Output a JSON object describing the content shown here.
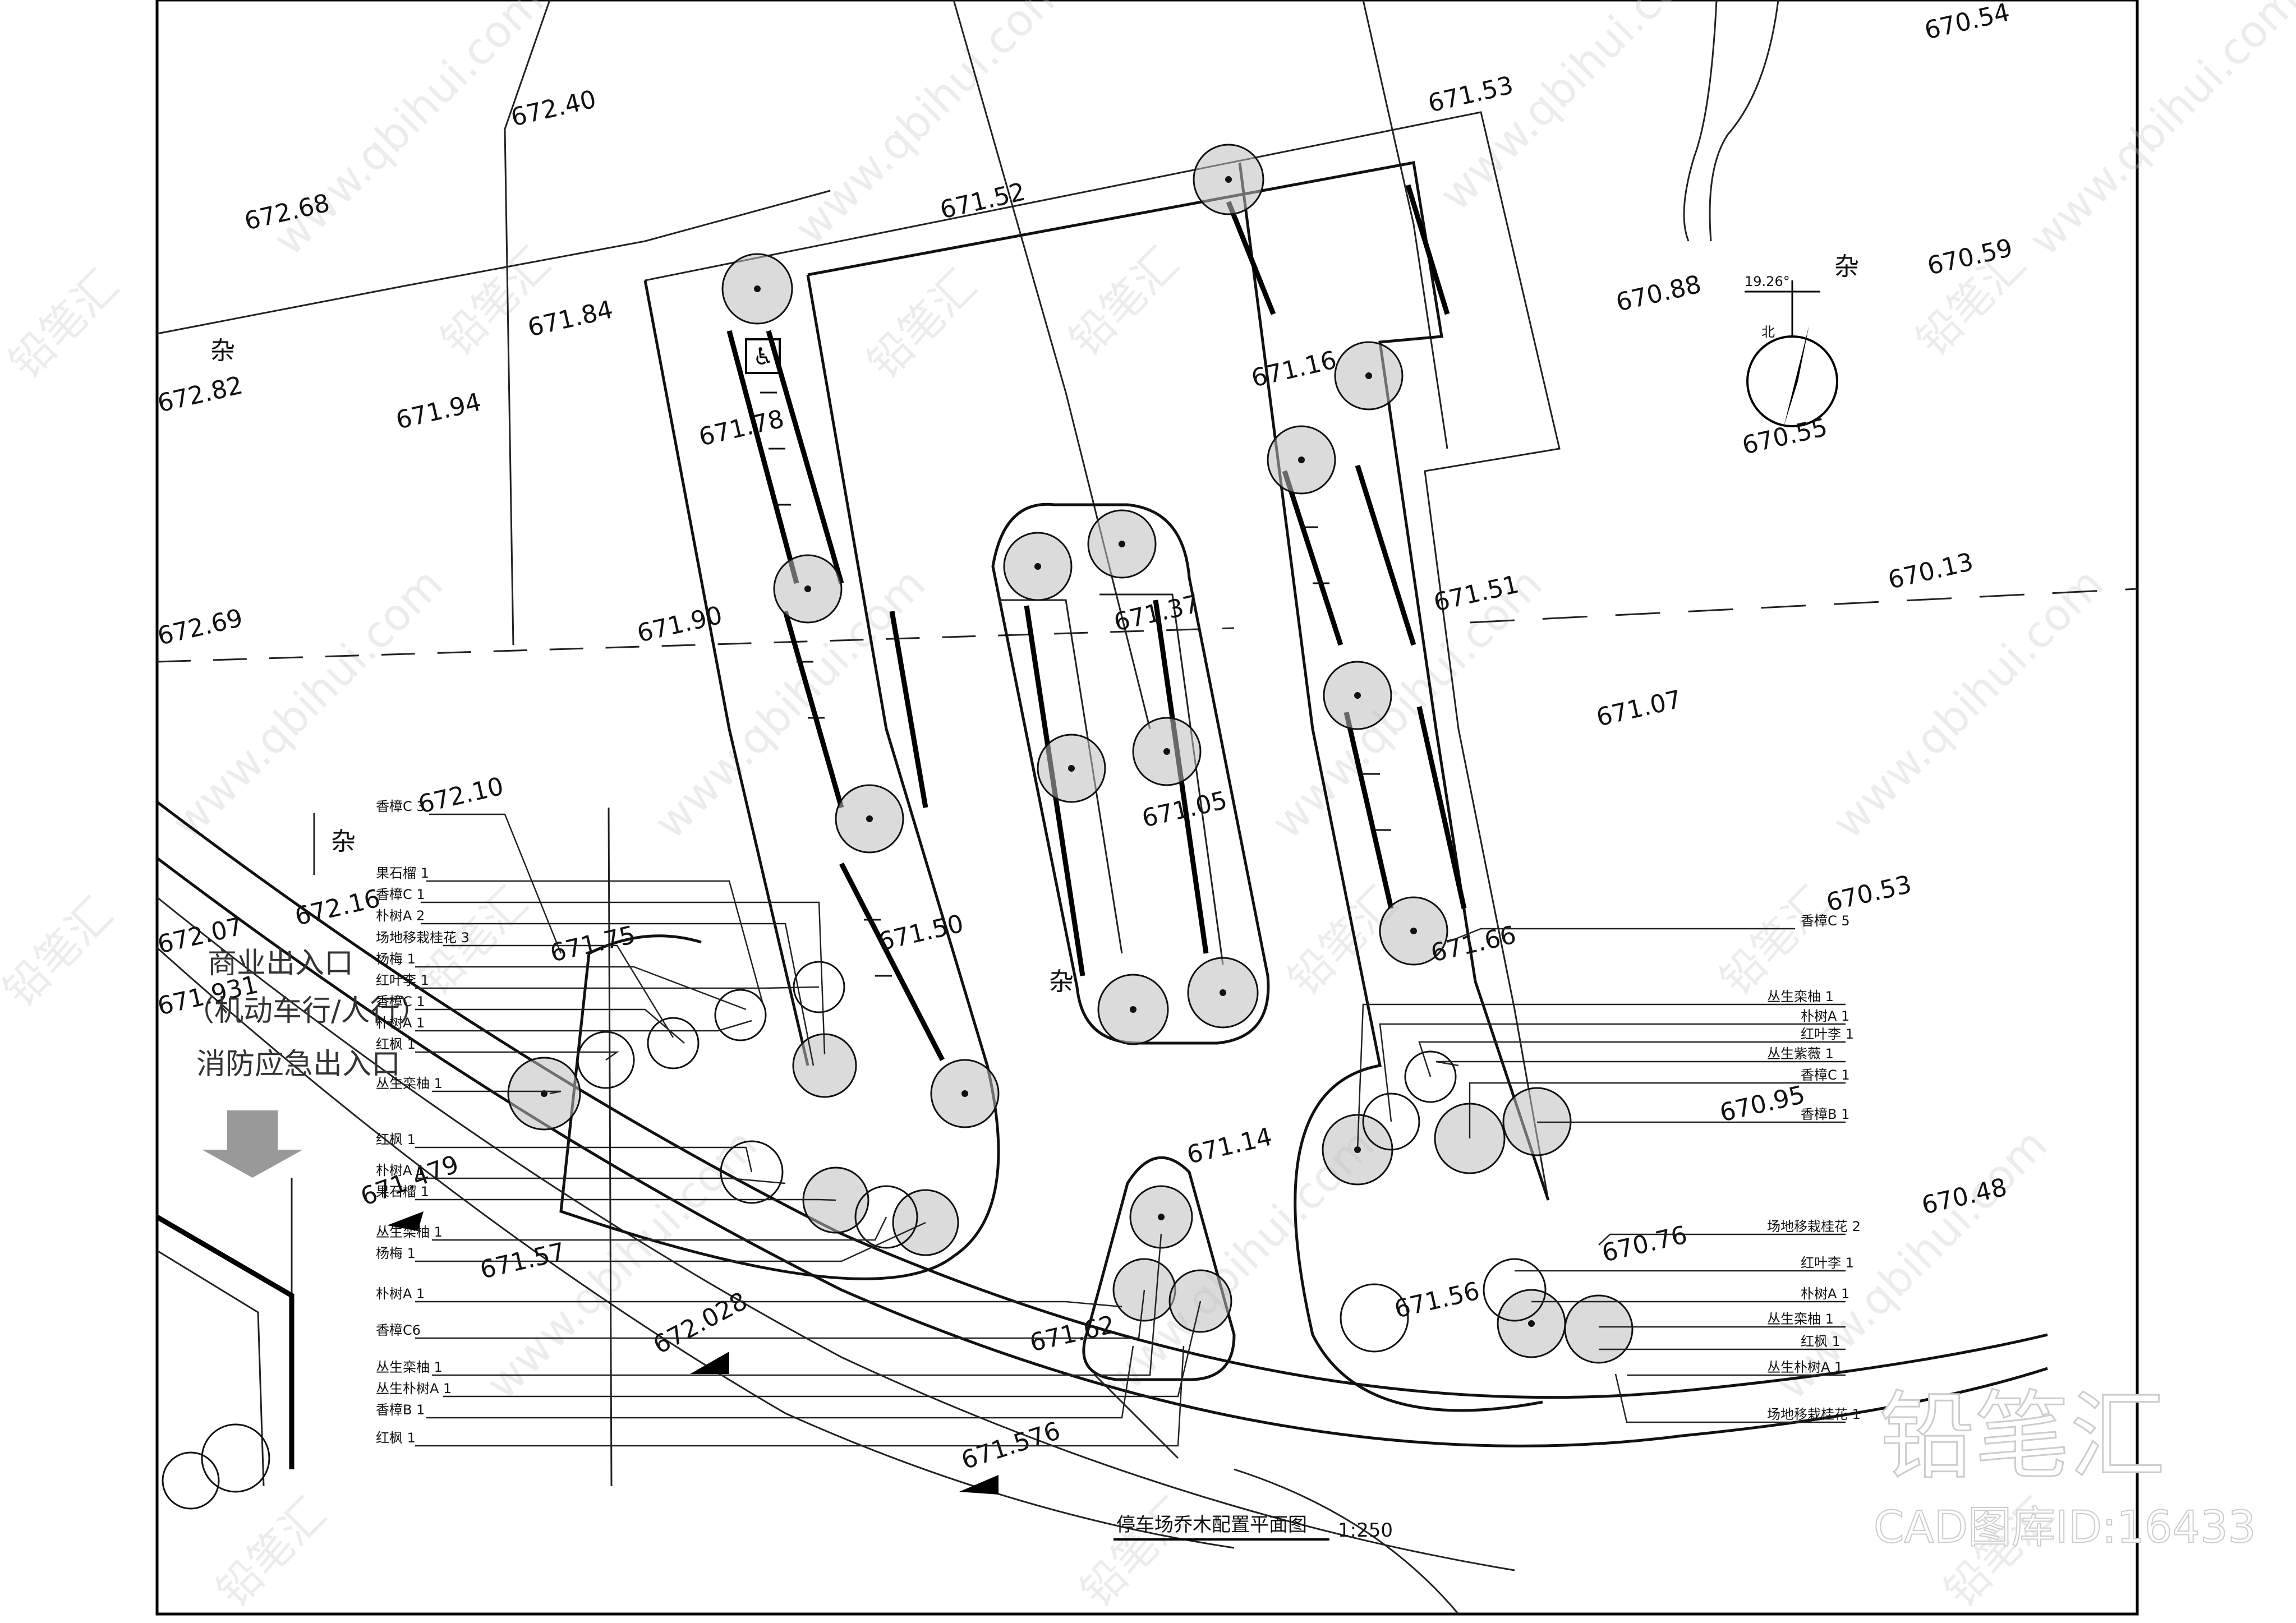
{
  "drawing": {
    "title": "停车场乔木配置平面图",
    "scale": "1:250",
    "north_label": "北",
    "north_angle": "19.26°"
  },
  "entrance": {
    "line1": "商业出入口",
    "line2": "（机动车行/人行）",
    "line3": "消防应急出入口"
  },
  "misc_labels": [
    "杂",
    "杂",
    "杂",
    "杂"
  ],
  "elevations": [
    "672.68",
    "672.40",
    "671.84",
    "671.94",
    "671.90",
    "672.10",
    "671.75",
    "671.78",
    "671.52",
    "671.53",
    "671.16",
    "670.88",
    "670.59",
    "670.54",
    "670.55",
    "671.51",
    "671.37",
    "671.07",
    "670.13",
    "671.05",
    "671.50",
    "670.53",
    "671.66",
    "670.95",
    "671.14",
    "670.76",
    "670.48",
    "671.57",
    "671.56",
    "672.028",
    "671.576",
    "671.62",
    "672.16",
    "671.479",
    "672.07",
    "671.931",
    "672.69",
    "672.82"
  ],
  "left_labels": [
    "香樟C 3",
    "果石榴 1",
    "香樟C 1",
    "朴树A 2",
    "场地移栽桂花 3",
    "杨梅 1",
    "红叶李 1",
    "香樟C 1",
    "朴树A 1",
    "红枫 1",
    "丛生栾柚 1",
    "红枫 1",
    "朴树A 1",
    "果石榴 1",
    "丛生栾柚 1",
    "杨梅 1",
    "朴树A 1",
    "香樟C6",
    "丛生栾柚 1",
    "丛生朴树A 1",
    "香樟B 1",
    "红枫 1"
  ],
  "right_labels": [
    "香樟C 5",
    "丛生栾柚 1",
    "朴树A 1",
    "红叶李 1",
    "丛生紫薇 1",
    "香樟C 1",
    "香樟B 1",
    "场地移栽桂花 2",
    "红叶李 1",
    "朴树A 1",
    "丛生栾柚 1",
    "红枫 1",
    "丛生朴树A 1",
    "场地移栽桂花 1"
  ],
  "watermark": {
    "brand": "铅笔汇",
    "url": "www.qbihui.com",
    "cad_id": "CAD图库ID:16433"
  }
}
